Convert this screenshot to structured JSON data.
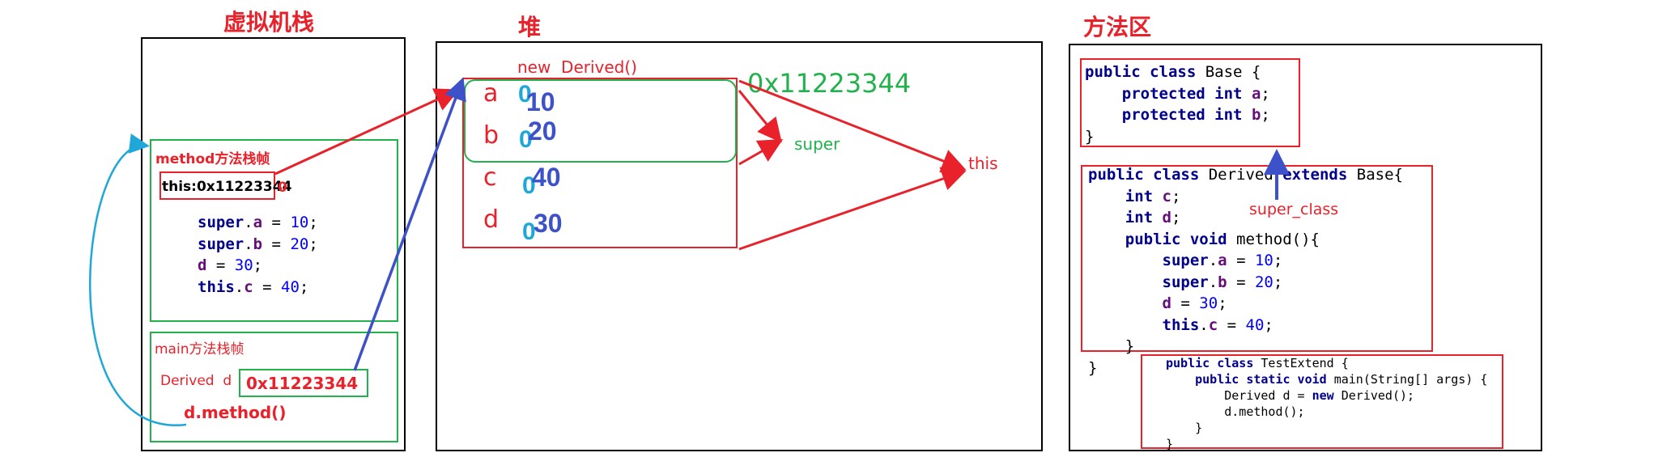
{
  "titles": {
    "stack": "虚拟机栈",
    "heap": "堆",
    "method_area": "方法区"
  },
  "stack": {
    "method_frame": {
      "label": "method方法栈帧",
      "this_ref": "this:0x11223344",
      "this_zero": "0",
      "code": {
        "line1": {
          "kw": "super",
          "rest1": ".",
          "field": "a",
          "rest2": " = ",
          "num": "10",
          "end": ";"
        },
        "line2": {
          "kw": "super",
          "rest1": ".",
          "field": "b",
          "rest2": " = ",
          "num": "20",
          "end": ";"
        },
        "line3": {
          "field": "d",
          "rest2": " = ",
          "num": "30",
          "end": ";"
        },
        "line4": {
          "kw": "this",
          "rest1": ".",
          "field": "c",
          "rest2": " = ",
          "num": "40",
          "end": ";"
        }
      }
    },
    "main_frame": {
      "label": "main方法栈帧",
      "var_label": "Derived  d",
      "address": "0x11223344",
      "call": "d.method()"
    }
  },
  "heap": {
    "new_label": "new  Derived()",
    "address": "0x11223344",
    "super_label": "super",
    "this_label": "this",
    "fields": [
      {
        "name": "a",
        "initial": "0",
        "value": "10"
      },
      {
        "name": "b",
        "initial": "0",
        "value": "20"
      },
      {
        "name": "c",
        "initial": "0",
        "value": "40"
      },
      {
        "name": "d",
        "initial": "0",
        "value": "30"
      }
    ]
  },
  "method_area": {
    "base_class": {
      "l1_kw": "public class",
      "l1_rest": " Base {",
      "l2_kw": "protected int",
      "l2_field": "a",
      "l2_end": ";",
      "l3_kw": "protected int",
      "l3_field": "b",
      "l3_end": ";",
      "l4": "}"
    },
    "super_class_label": "super_class",
    "derived_class": {
      "l1_kw1": "public class",
      "l1_mid": " Derived ",
      "l1_kw2": "extends",
      "l1_end": " Base{",
      "l2_kw": "int",
      "l2_field": "c",
      "l2_end": ";",
      "l3_kw": "int",
      "l3_field": "d",
      "l3_end": ";",
      "l4_kw": "public void",
      "l4_rest": " method(){",
      "l5_kw": "super",
      "l5_dot": ".",
      "l5_field": "a",
      "l5_eq": " = ",
      "l5_num": "10",
      "l5_end": ";",
      "l6_kw": "super",
      "l6_dot": ".",
      "l6_field": "b",
      "l6_eq": " = ",
      "l6_num": "20",
      "l6_end": ";",
      "l7_field": "d",
      "l7_eq": " = ",
      "l7_num": "30",
      "l7_end": ";",
      "l8_kw": "this",
      "l8_dot": ".",
      "l8_field": "c",
      "l8_eq": " = ",
      "l8_num": "40",
      "l8_end": ";",
      "l9": "}",
      "l10": "}"
    },
    "test_class": {
      "l1_kw": "public class",
      "l1_rest": " TestExtend {",
      "l2_kw": "public static void",
      "l2_rest": " main(String[] args) {",
      "l3_a": "Derived d = ",
      "l3_kw": "new",
      "l3_b": " Derived();",
      "l4": "d.method();",
      "l5": "}",
      "l6": "}"
    }
  },
  "colors": {
    "red": "#e8212a",
    "green": "#22b14c",
    "blue": "#3d51c8",
    "cyan": "#1ea7d8",
    "black": "#000000"
  }
}
